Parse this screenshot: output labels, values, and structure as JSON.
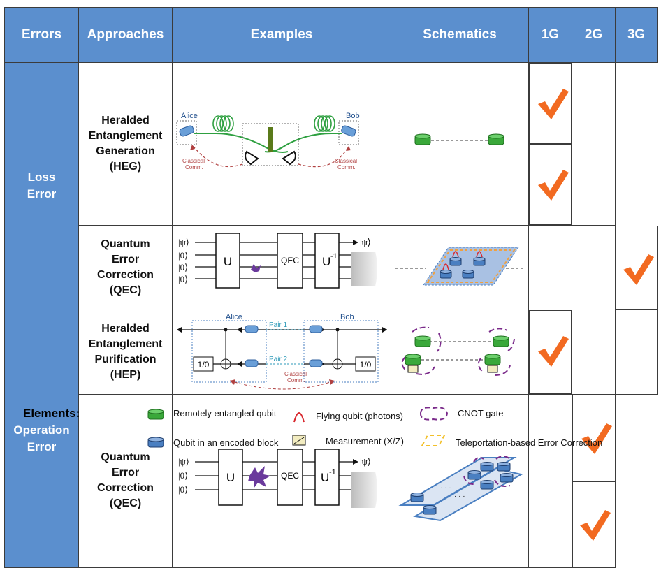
{
  "headers": [
    "Errors",
    "Approaches",
    "Examples",
    "Schematics",
    "1G",
    "2G",
    "3G"
  ],
  "errors": [
    "Loss\nError",
    "Operation\nError"
  ],
  "approaches": [
    {
      "lines": [
        "Heralded",
        "Entanglement",
        "Generation",
        "(HEG)"
      ],
      "checks": [
        true,
        true,
        false
      ]
    },
    {
      "lines": [
        "Quantum",
        "Error",
        "Correction",
        "(QEC)"
      ],
      "checks": [
        false,
        false,
        true
      ]
    },
    {
      "lines": [
        "Heralded",
        "Entanglement",
        "Purification",
        "(HEP)"
      ],
      "checks": [
        true,
        false,
        false
      ]
    },
    {
      "lines": [
        "Quantum",
        "Error",
        "Correction",
        "(QEC)"
      ],
      "checks": [
        false,
        true,
        true
      ]
    }
  ],
  "examples": {
    "heg": {
      "alice": "Alice",
      "bob": "Bob",
      "classical1": "Classical",
      "classical2": "Comm."
    },
    "qec": {
      "psi": "|ψ⟩",
      "zero": "|0⟩",
      "u": "U",
      "qec": "QEC",
      "uinv": "U",
      "inv": "-1"
    },
    "hep": {
      "alice": "Alice",
      "bob": "Bob",
      "pair1": "Pair 1",
      "pair2": "Pair 2",
      "meas": "1/0",
      "classical1": "Classical",
      "classical2": "Comm."
    }
  },
  "legend": {
    "title": "Elements:",
    "items": [
      "Remotely entangled qubit",
      "Flying qubit (photons)",
      "CNOT gate",
      "Qubit in an encoded block",
      "Measurement (X/Z)",
      "Teleportation-based Error Correction"
    ]
  },
  "colors": {
    "header": "#5b8fce",
    "check": "#f26a21",
    "green": "#3aa83a",
    "blue": "#4a7fc1"
  }
}
